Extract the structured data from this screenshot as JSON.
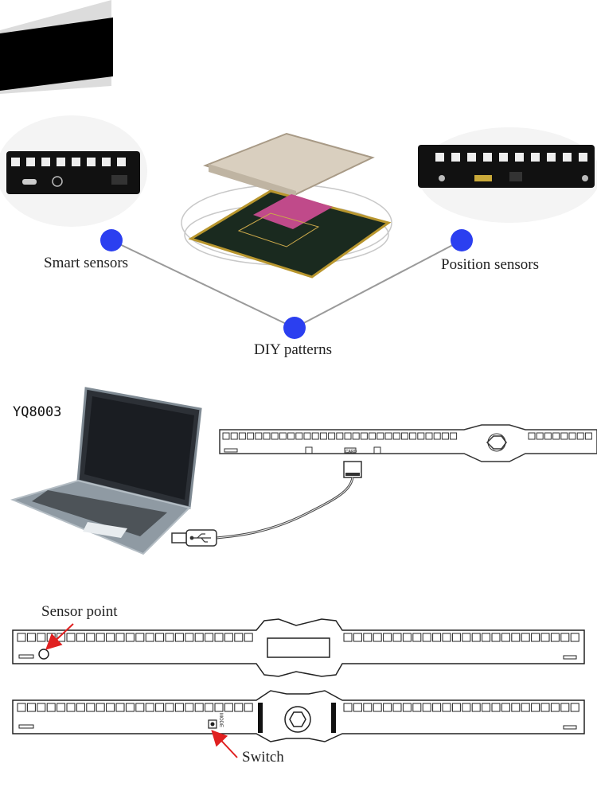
{
  "features": {
    "smart_sensors": "Smart sensors",
    "position_sensors": "Position sensors",
    "diy_patterns": "DIY patterns"
  },
  "connection": {
    "model": "YQ8003",
    "card_label": "CARD",
    "usb_icon": "usb-icon"
  },
  "stick_diagram": {
    "sensor_point": "Sensor point",
    "switch": "Switch",
    "mode_label": "MODE"
  },
  "colors": {
    "node_blue": "#2b3ff0",
    "arrow_red": "#e02020",
    "banner_black": "#000000"
  }
}
